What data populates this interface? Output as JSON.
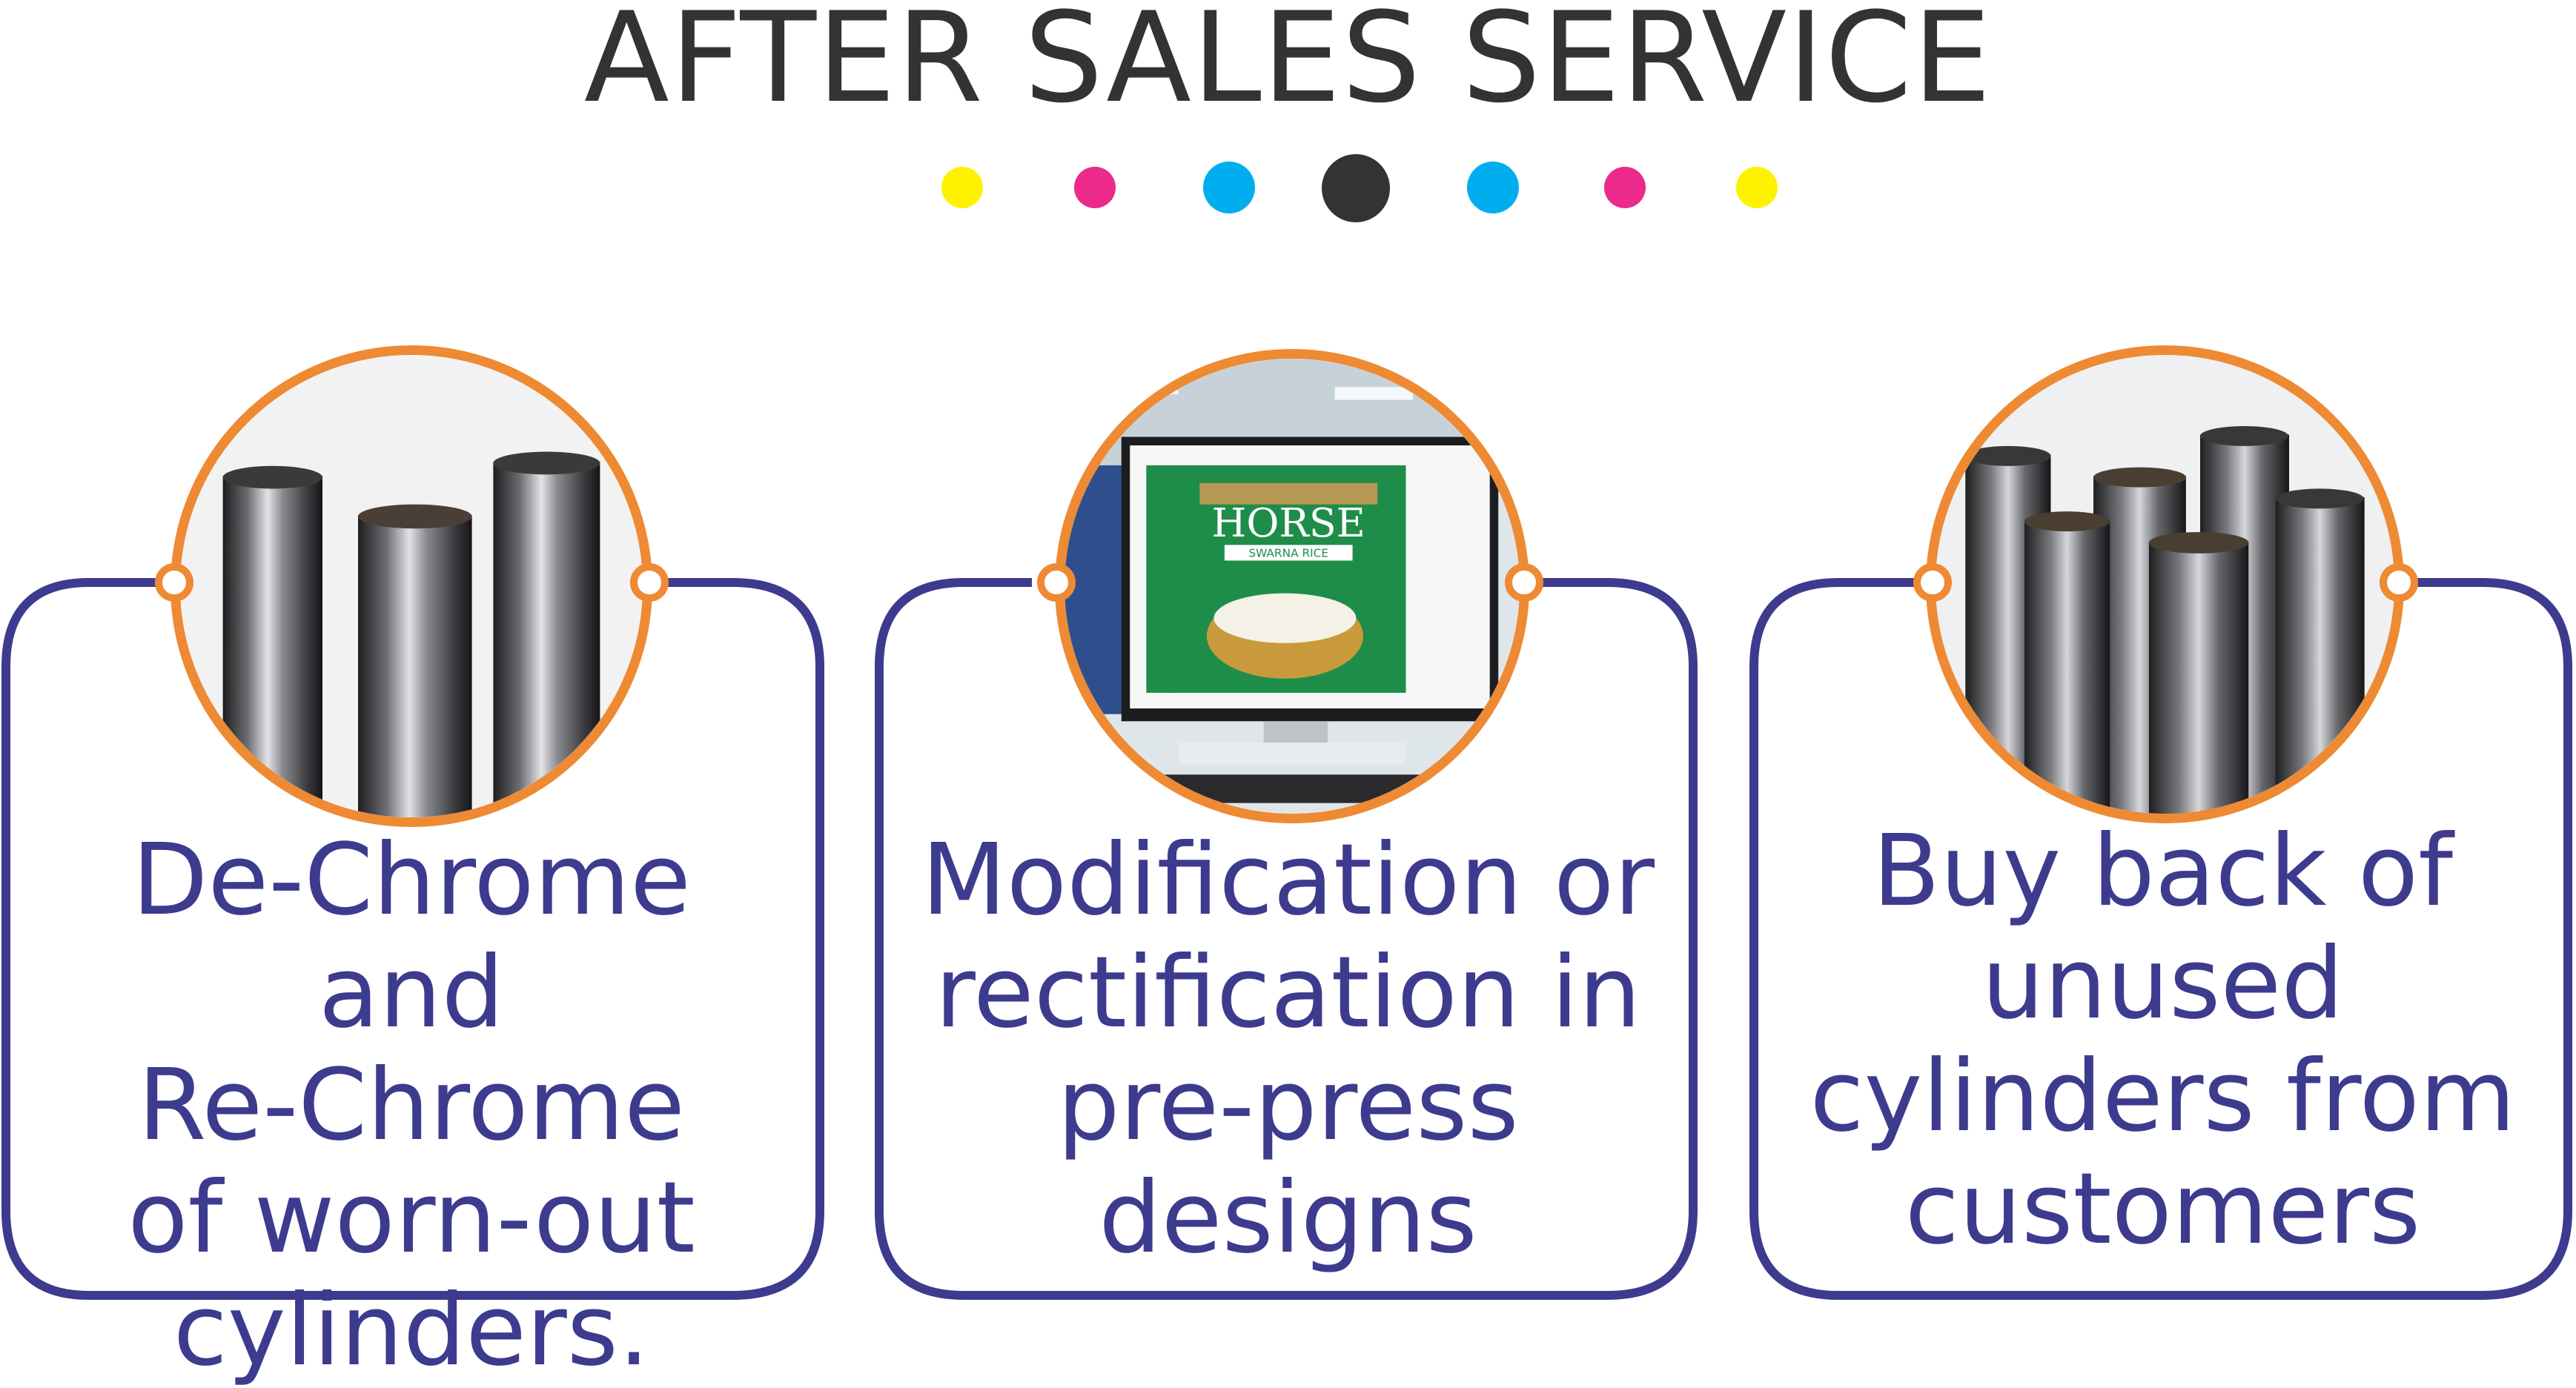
{
  "header": {
    "title": "AFTER SALES SERVICE",
    "dot_colors": [
      "#fff200",
      "#ec2a8b",
      "#00aeef",
      "#333333",
      "#00aeef",
      "#ec2a8b",
      "#fff200"
    ]
  },
  "colors": {
    "frame": "#3d3b8e",
    "ring": "#ee8a33",
    "text": "#3d3b8e"
  },
  "cards": [
    {
      "lines": [
        "De-Chrome and",
        "Re-Chrome",
        "of worn-out",
        "cylinders."
      ],
      "image": "chrome-cylinders-photo"
    },
    {
      "lines": [
        "Modification or",
        "rectification in",
        "pre-press",
        "designs"
      ],
      "image": "prepress-monitor-photo",
      "monitor": {
        "brand": "HORSE",
        "sub": "SWARNA RICE"
      }
    },
    {
      "lines": [
        "Buy back of",
        "unused",
        "cylinders from",
        "customers"
      ],
      "image": "cylinder-stock-photo"
    }
  ]
}
